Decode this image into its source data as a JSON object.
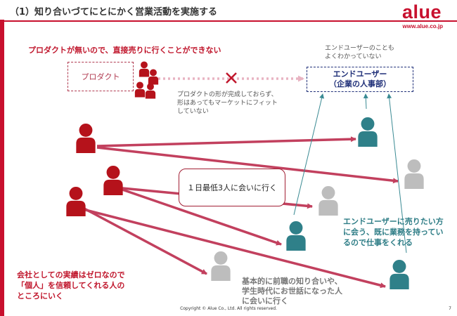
{
  "header": {
    "title": "（1）知り合いづてにとにかく営業活動を実施する",
    "logo_word": "alue",
    "logo_url": "www.alue.co.jp"
  },
  "diagram": {
    "no_product_heading": "プロダクトが無いので、直接売りに行くことができない",
    "product_label": "プロダクト",
    "enduser_note": "エンドユーザーのことも\nよくわかっていない",
    "enduser_box_line1": "エンドユーザー",
    "enduser_box_line2": "（企業の人事部）",
    "product_note": "プロダクトの形が完成しておらず、\n形はあってもマーケットにフィット\nしていない",
    "callout": "１日最低3人に会いに行く",
    "enduser_desire": "エンドユーザーに売りたい方\nに会う、既に業務を持ってい\nるので仕事をくれる",
    "company_note": "会社としての実績はゼロなので\n「個人」を信頼してくれる人の\nところにいく",
    "acquaint_note": "基本的に前職の知り合いや、\n学生時代にお世話になった人\nに会いに行く"
  },
  "colors": {
    "brand_red": "#c8102e",
    "person_red": "#b5121b",
    "person_teal": "#2f8089",
    "person_gray": "#bdbdbd",
    "arrow_red": "#c2405e",
    "arrow_teal": "#3a8a93",
    "cross": "#c0162c"
  },
  "footer": {
    "copyright": "Copyright © Alue Co., Ltd. All rights reserved.",
    "page": "7"
  }
}
